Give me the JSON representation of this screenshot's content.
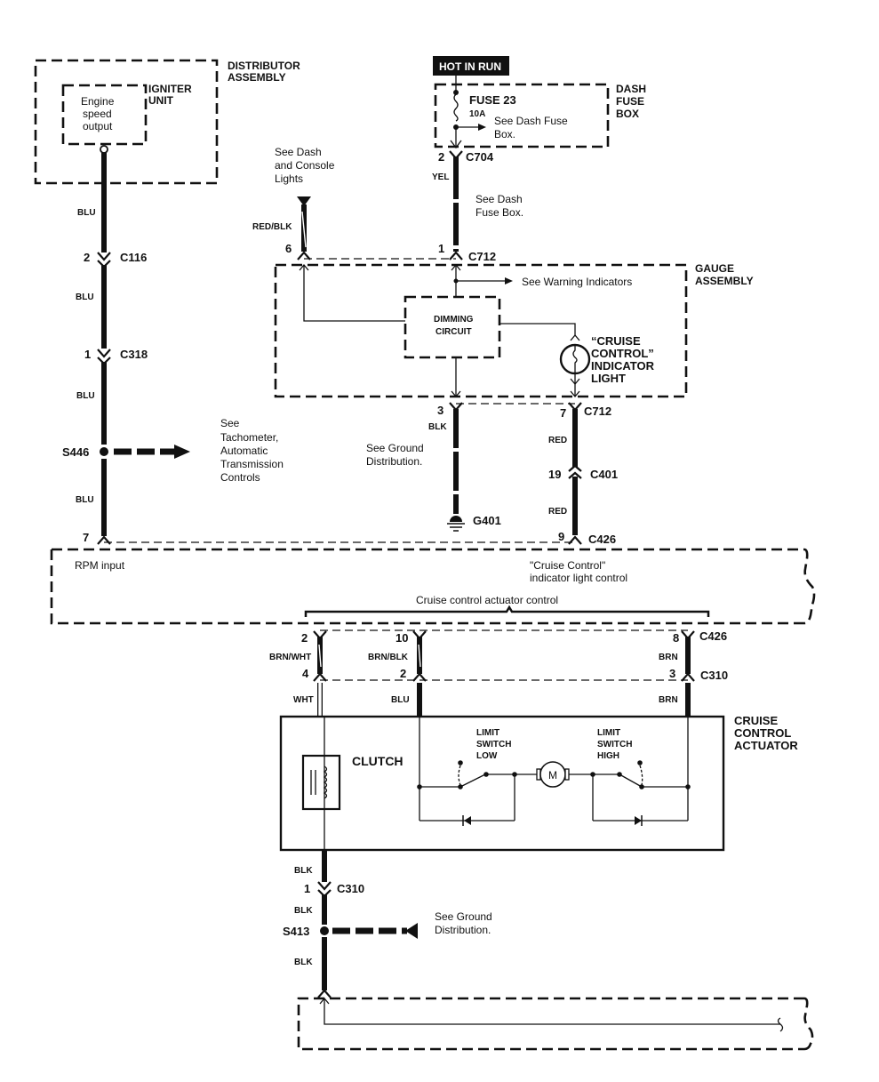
{
  "power_header": "HOT IN RUN",
  "components": {
    "distributor": "DISTRIBUTOR ASSEMBLY",
    "distributor_line1": "DISTRIBUTOR",
    "distributor_line2": "ASSEMBLY",
    "igniter_line1": "IGNITER",
    "igniter_line2": "UNIT",
    "engine_speed": [
      "Engine",
      "speed",
      "output"
    ],
    "dash_fuse_box": [
      "DASH",
      "FUSE",
      "BOX"
    ],
    "fuse_name": "FUSE 23",
    "fuse_rating": "10A",
    "gauge_assembly": [
      "GAUGE",
      "ASSEMBLY"
    ],
    "dimming_circuit": [
      "DIMMING",
      "CIRCUIT"
    ],
    "indicator_light": [
      "“CRUISE",
      "CONTROL”",
      "INDICATOR",
      "LIGHT"
    ],
    "cruise_actuator": [
      "CRUISE",
      "CONTROL",
      "ACTUATOR"
    ],
    "clutch": "CLUTCH",
    "limit_low": [
      "LIMIT",
      "SWITCH",
      "LOW"
    ],
    "limit_high": [
      "LIMIT",
      "SWITCH",
      "HIGH"
    ],
    "motor": "M"
  },
  "references": {
    "dash_fuse_box_1": [
      "See Dash Fuse",
      "Box."
    ],
    "dash_console_lights": [
      "See Dash",
      "and Console",
      "Lights"
    ],
    "dash_fuse_box_2": [
      "See Dash",
      "Fuse Box."
    ],
    "warning_indicators": "See Warning Indicators",
    "tachometer": [
      "See",
      "Tachometer,",
      "Automatic",
      "Transmission",
      "Controls"
    ],
    "ground_1": [
      "See Ground",
      "Distribution."
    ],
    "ground_2": [
      "See Ground",
      "Distribution."
    ]
  },
  "control_unit": {
    "rpm_input": "RPM input",
    "indicator_control": [
      "\"Cruise Control\"",
      "indicator light control"
    ],
    "actuator_control": "Cruise control actuator control"
  },
  "connectors": {
    "c116": {
      "name": "C116",
      "pin": "2"
    },
    "c318": {
      "name": "C318",
      "pin": "1"
    },
    "c704": {
      "name": "C704",
      "pin": "2"
    },
    "c712_top": {
      "name": "C712",
      "pin_a": "6",
      "pin_b": "1"
    },
    "c712_bottom": {
      "name": "C712",
      "pin_a": "3",
      "pin_b": "7"
    },
    "c401": {
      "name": "C401",
      "pin": "19"
    },
    "c426_top": {
      "name": "C426",
      "pin_a": "7",
      "pin_b": "9"
    },
    "c426_bottom": {
      "name": "C426",
      "pins": [
        "2",
        "10",
        "8"
      ]
    },
    "c310_top": {
      "name": "C310",
      "pins": [
        "4",
        "2",
        "3"
      ]
    },
    "c310_bottom": {
      "name": "C310",
      "pin": "1"
    }
  },
  "splices": {
    "s446": "S446",
    "s413": "S413"
  },
  "grounds": {
    "g401": "G401"
  },
  "wire_colors": {
    "blu_1": "BLU",
    "blu_2": "BLU",
    "blu_3": "BLU",
    "blu_4": "BLU",
    "yel": "YEL",
    "red_blk": "RED/BLK",
    "blk_g": "BLK",
    "red_1": "RED",
    "red_2": "RED",
    "brn_wht": "BRN/WHT",
    "brn_blk": "BRN/BLK",
    "brn_1": "BRN",
    "wht": "WHT",
    "blu_act": "BLU",
    "brn_2": "BRN",
    "blk_1": "BLK",
    "blk_2": "BLK",
    "blk_3": "BLK"
  }
}
